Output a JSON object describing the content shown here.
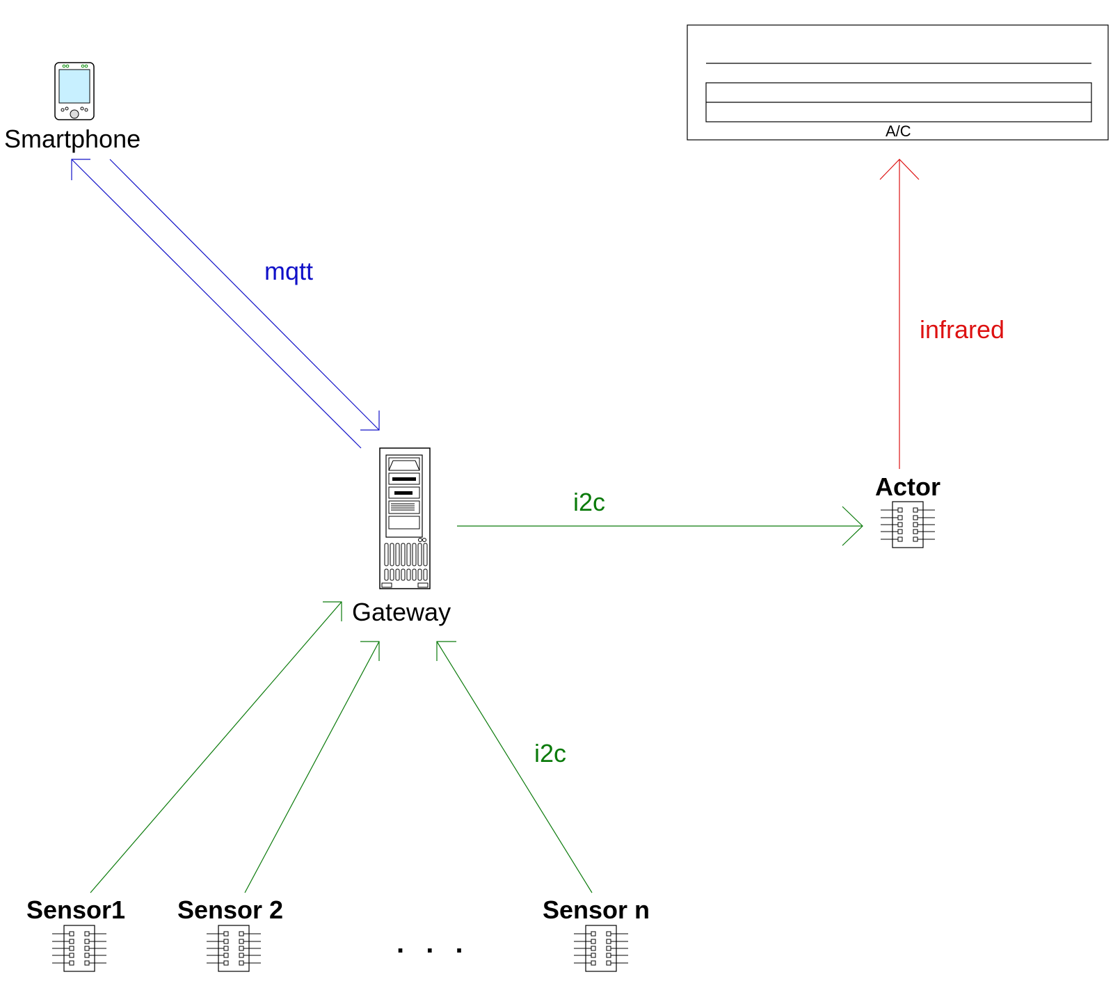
{
  "nodes": {
    "smartphone": "Smartphone",
    "gateway": "Gateway",
    "actor": "Actor",
    "ac": "A/C",
    "sensor1": "Sensor1",
    "sensor2": "Sensor 2",
    "sensor_n": "Sensor n",
    "ellipsis": ". . ."
  },
  "edges": {
    "smartphone_gateway": {
      "label": "mqtt",
      "color": "#1010c8"
    },
    "gateway_actor": {
      "label": "i2c",
      "color": "#0a7a0a"
    },
    "actor_ac": {
      "label": "infrared",
      "color": "#dd1111"
    },
    "sensors_gateway": {
      "label": "i2c",
      "color": "#0a7a0a"
    }
  },
  "icons": {
    "smartphone": "pda-device-icon",
    "gateway": "tower-server-icon",
    "chips": "ic-chip-icon",
    "ac": "air-conditioner-unit-icon"
  }
}
